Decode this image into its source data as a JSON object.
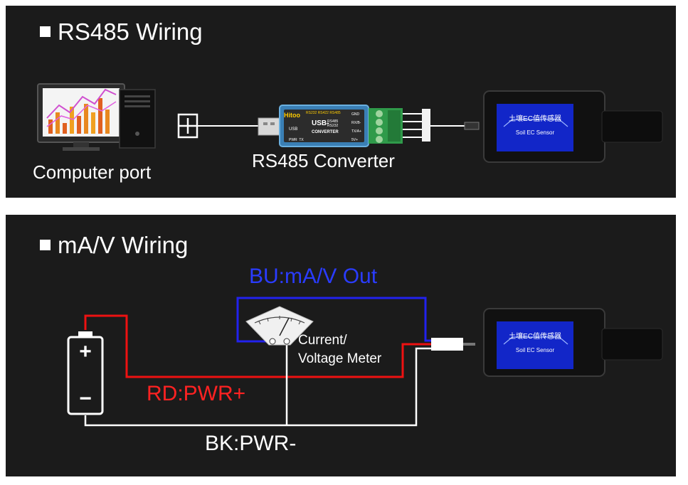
{
  "rs485": {
    "heading": "RS485 Wiring",
    "computer_label": "Computer port",
    "converter_label": "RS485 Converter",
    "converter": {
      "brand": "Hitoo",
      "modes": "RS232 RS422 RS485",
      "title": "USB-",
      "subtitle": "CONVERTER",
      "protocols": "RS485\nRS232",
      "usb_tag": "USB",
      "leds": "PWR  TX",
      "pins": [
        "GND",
        "RX/B-",
        "TX/A+",
        "5V+"
      ]
    },
    "sensor": {
      "title_cn": "土壤EC值传感器",
      "title_en": "Soil EC Sensor"
    }
  },
  "analog": {
    "heading": "mA/V Wiring",
    "bu_label": "BU:mA/V Out",
    "meter_label_line1": "Current/",
    "meter_label_line2": "Voltage Meter",
    "rd_label": "RD:PWR+",
    "bk_label": "BK:PWR-",
    "sensor": {
      "title_cn": "土壤EC值传感器",
      "title_en": "Soil EC Sensor"
    },
    "battery_plus": "+",
    "battery_minus": "−"
  },
  "colors": {
    "background": "#1b1b1b",
    "wire_blue": "#2222ee",
    "wire_red": "#ee1111",
    "wire_white": "#ffffff",
    "label_blue": "#2a3cff",
    "label_red": "#ff2222",
    "sensor_screen": "#1226c8",
    "converter_body": "#3a7fb5",
    "terminal_green": "#2f9a4a"
  }
}
